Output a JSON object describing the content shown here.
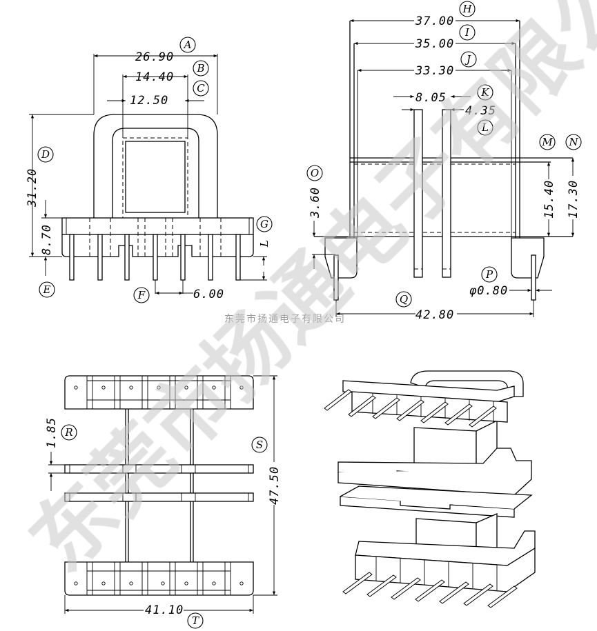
{
  "watermark": {
    "company": "东莞市扬通电子有限公司",
    "big": "东莞市扬通电子有限公司"
  },
  "front_view": {
    "dims": {
      "A": "26.90",
      "B": "14.40",
      "C": "12.50",
      "D": "31.20",
      "E": "8.70",
      "F": "6.00",
      "G": "",
      "L": "L"
    },
    "labels": {
      "A": "A",
      "B": "B",
      "C": "C",
      "D": "D",
      "E": "E",
      "F": "F",
      "G": "G"
    }
  },
  "side_view": {
    "dims": {
      "H": "37.00",
      "I": "35.00",
      "J": "33.30",
      "K": "8.05",
      "L": "4.35",
      "M": "15.40",
      "N": "17.30",
      "O": "3.60",
      "P": "φ0.80",
      "Q": "42.80"
    },
    "labels": {
      "H": "H",
      "I": "I",
      "J": "J",
      "K": "K",
      "L": "L",
      "M": "M",
      "N": "N",
      "O": "O",
      "P": "P",
      "Q": "Q"
    }
  },
  "bottom_view": {
    "dims": {
      "R": "1.85",
      "S": "47.50",
      "T": "41.10"
    },
    "labels": {
      "R": "R",
      "S": "S",
      "T": "T"
    }
  }
}
